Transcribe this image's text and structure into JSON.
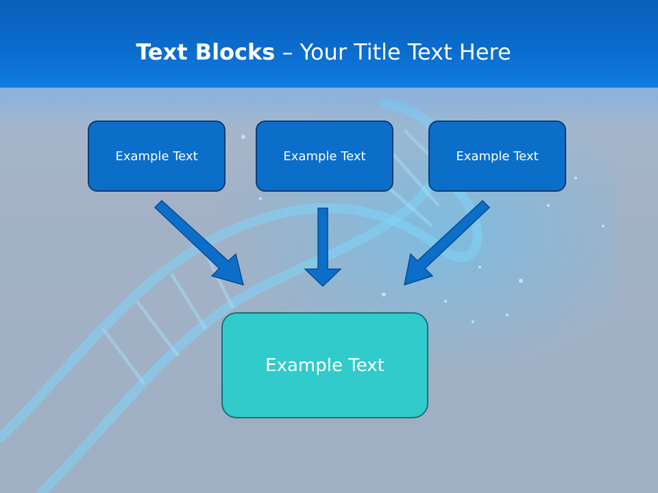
{
  "title": {
    "bold": "Text Blocks",
    "rest": " – Your Title Text Here"
  },
  "blocks": [
    {
      "label": "Example Text"
    },
    {
      "label": "Example Text"
    },
    {
      "label": "Example Text"
    }
  ],
  "target": {
    "label": "Example Text"
  },
  "colors": {
    "header": "#0b6dcf",
    "block_fill": "#0b6ec9",
    "block_border": "#0a3d73",
    "target_fill": "#31cbcb",
    "arrow": "#0b6ec9"
  },
  "icons": {
    "arrow": "arrow-icon",
    "dna_background": "dna-helix-icon"
  }
}
